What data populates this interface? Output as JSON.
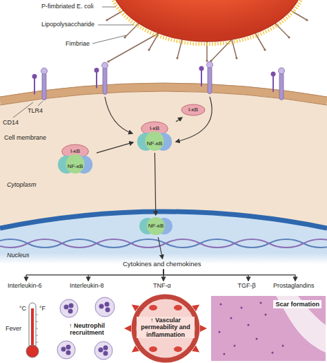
{
  "diagram": {
    "nodes": [
      {
        "text": [
          "I-κB",
          "NF-κB"
        ]
      },
      {
        "text": [
          "I-κB",
          "NF-κB"
        ]
      },
      {
        "text": [
          "I-κB"
        ]
      },
      {
        "text": [
          "NF-κB"
        ]
      },
      {
        "text": [
          "Cytokines and chemokines"
        ]
      },
      {
        "text": [
          "Interleukin-6"
        ]
      },
      {
        "text": [
          "Interleukin-8"
        ]
      },
      {
        "text": [
          "TNF-α"
        ]
      },
      {
        "text": [
          "TGF-β"
        ]
      },
      {
        "text": [
          "Prostaglandins"
        ]
      },
      {
        "text": [
          "Fever"
        ]
      },
      {
        "text": [
          "↑ Neutrophil recruitment"
        ]
      },
      {
        "text": [
          "↑ Vascular permeability and inflammation"
        ]
      },
      {
        "text": [
          "Scar formation"
        ]
      }
    ],
    "edges": [
      {
        "from": 0,
        "to": 1,
        "arrow": "to"
      },
      {
        "from": 1,
        "to": 2,
        "arrow": "to"
      },
      {
        "from": 1,
        "to": 3,
        "arrow": "to"
      },
      {
        "from": 3,
        "to": 4,
        "arrow": "to"
      },
      {
        "from": 4,
        "to": 5,
        "arrow": "to"
      },
      {
        "from": 4,
        "to": 6,
        "arrow": "to"
      },
      {
        "from": 4,
        "to": 7,
        "arrow": "to"
      },
      {
        "from": 4,
        "to": 8,
        "arrow": "to"
      },
      {
        "from": 4,
        "to": 9,
        "arrow": "to"
      }
    ],
    "labels": [
      "P-fimbriated E. coli",
      "Lipopolysaccharide",
      "Fimbriae",
      "TLR4",
      "CD14",
      "Cell membrane",
      "Cytoplasm",
      "Nucleus",
      "°C",
      "°F"
    ]
  }
}
